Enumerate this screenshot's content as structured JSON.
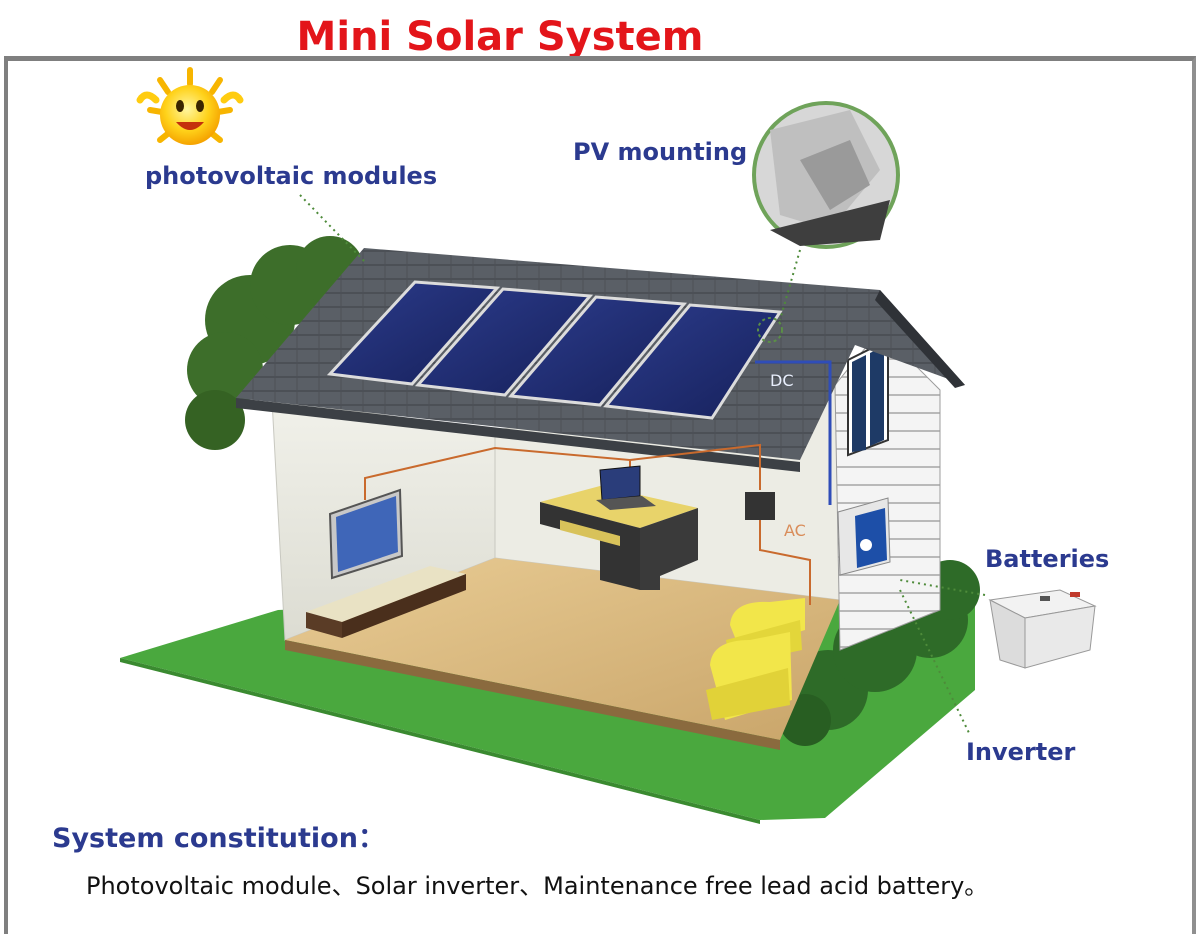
{
  "title": "Mini Solar System",
  "labels": {
    "photovoltaic_modules": "photovoltaic modules",
    "pv_mounting": "PV mounting",
    "batteries": "Batteries",
    "inverter": "Inverter",
    "dc": "DC",
    "ac": "AC"
  },
  "constitution": {
    "heading": "System constitution：",
    "text": "Photovoltaic module、Solar inverter、Maintenance free lead acid battery。"
  },
  "colors": {
    "title": "#e3151a",
    "label": "#2b3a8f",
    "grass": "#4aa83e",
    "roof": "#555a60",
    "panel": "#1d2a6b",
    "wire": "#c96a2d"
  }
}
